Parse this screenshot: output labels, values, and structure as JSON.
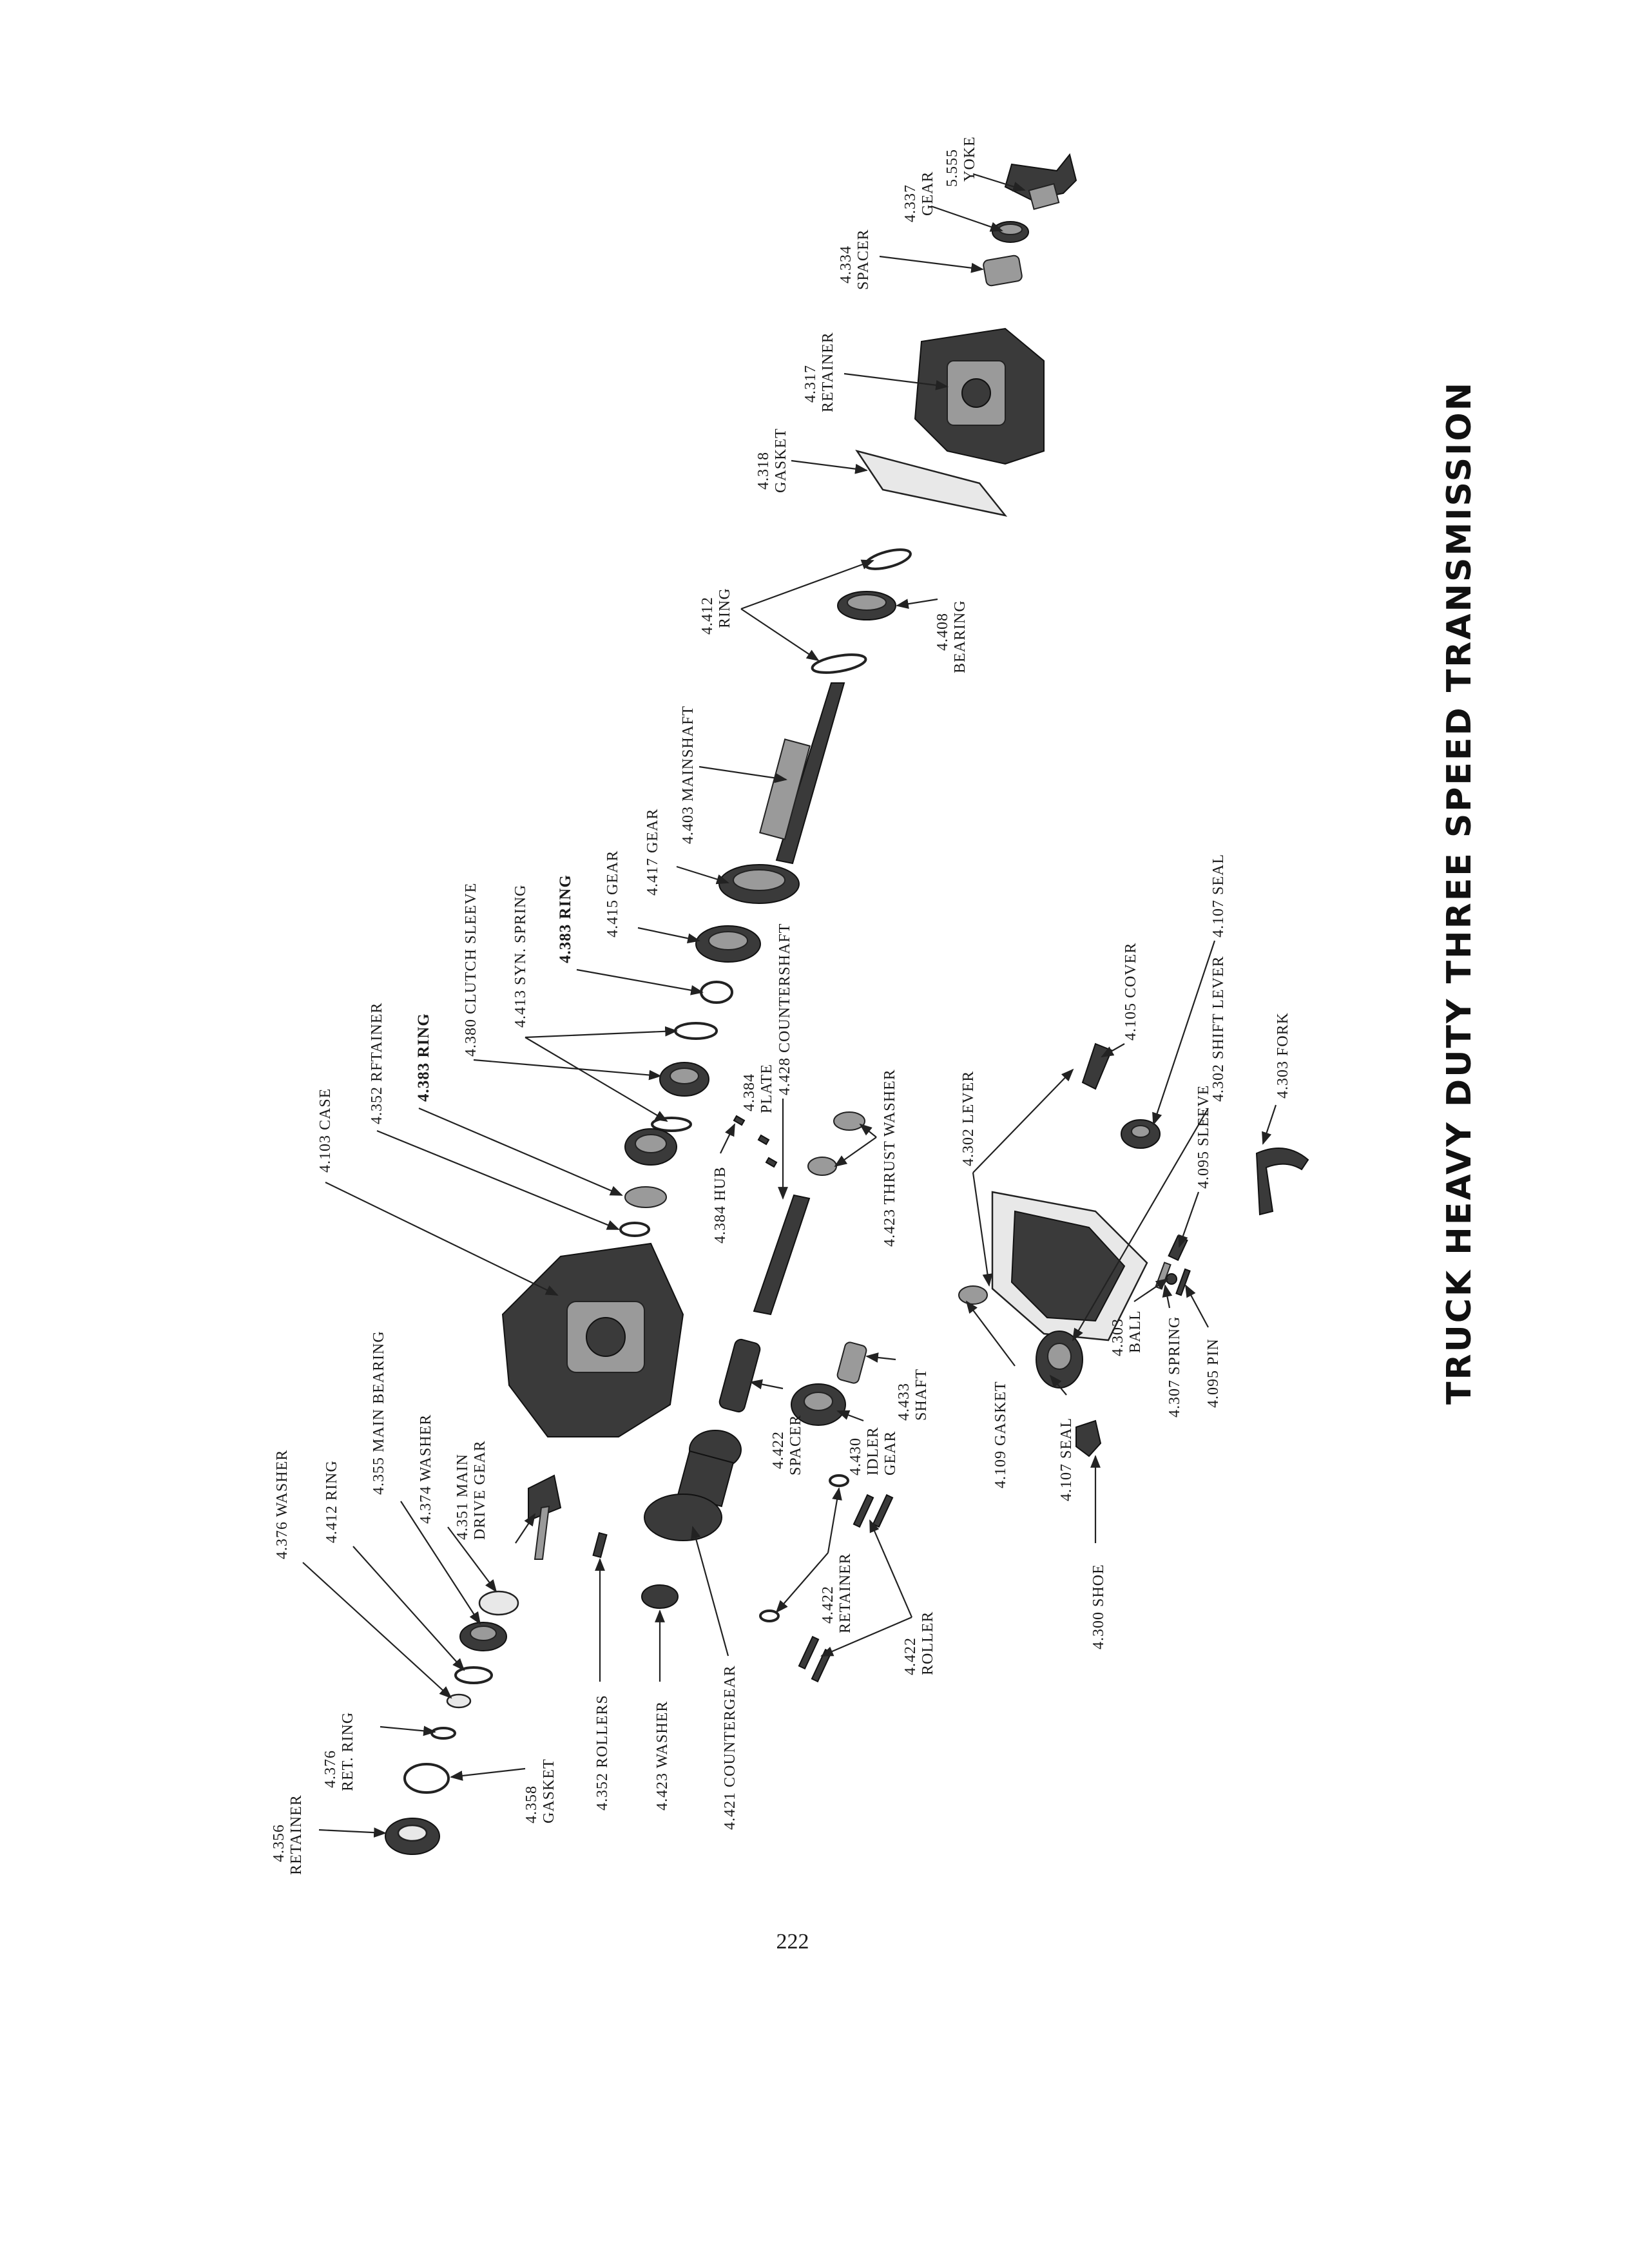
{
  "title": "TRUCK HEAVY DUTY THREE SPEED TRANSMISSION",
  "page_number": "222",
  "parts": {
    "p5555": "5.555",
    "p5555n": "YOKE",
    "p4337": "4.337",
    "p4337n": "GEAR",
    "p4334": "4.334",
    "p4334n": "SPACER",
    "p4317": "4.317",
    "p4317n": "RETAINER",
    "p4318": "4.318",
    "p4318n": "GASKET",
    "p4412a": "4.412",
    "p4412an": "RING",
    "p4408": "4.408",
    "p4408n": "BEARING",
    "p4403": "4.403 MAINSHAFT",
    "p4417": "4.417 GEAR",
    "p4415": "4.415 GEAR",
    "p4383a": "4.383 RING",
    "p4413": "4.413 SYN. SPRING",
    "p4380": "4.380 CLUTCH SLEEVE",
    "p4383b": "4.383 RING",
    "p4352r": "4.352 RFTAINER",
    "p4103": "4.103 CASE",
    "p4384p": "4.384",
    "p4384pn": "PLATE",
    "p4428": "4.428 COUNTERSHAFT",
    "p4384h": "4.384 HUB",
    "p4423t": "4.423 THRUST WASHER",
    "p4302l": "4.302 LEVER",
    "p4105": "4.105 COVER",
    "p4107a": "4.107 SEAL",
    "p4302s": "4.302 SHIFT LEVER",
    "p4303f": "4.303 FORK",
    "p4095s": "4.095 SLEEVE",
    "p4303b": "4.303",
    "p4303bn": "BALL",
    "p4307": "4.307 SPRING",
    "p4095p": "4.095 PIN",
    "p4109": "4.109 GASKET",
    "p4107b": "4.107 SEAL",
    "p4300": "4.300 SHOE",
    "p4433": "4.433",
    "p4433n": "SHAFT",
    "p4430": "4.430",
    "p4430n1": "IDLER",
    "p4430n2": "GEAR",
    "p4422s": "4.422",
    "p4422sn": "SPACER",
    "p4422r": "4.422",
    "p4422rn": "RETAINER",
    "p4422o": "4.422",
    "p4422on": "ROLLER",
    "p4421": "4.421 COUNTERGEAR",
    "p4423w": "4.423 WASHER",
    "p4352o": "4.352 ROLLERS",
    "p4376w": "4.376 WASHER",
    "p4412b": "4.412 RING",
    "p4355": "4.355 MAIN BEARING",
    "p4374": "4.374 WASHER",
    "p4351": "4.351 MAIN",
    "p4351n": "DRIVE GEAR",
    "p4356": "4.356",
    "p4356n": "RETAINER",
    "p4376r": "4.376",
    "p4376rn": "RET. RING",
    "p4358": "4.358",
    "p4358n": "GASKET"
  }
}
